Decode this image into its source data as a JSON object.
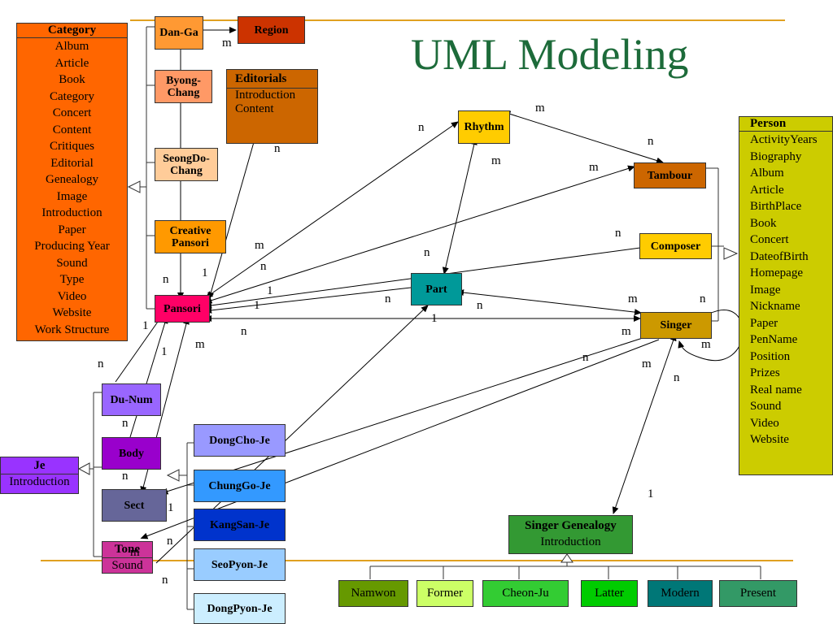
{
  "title": "UML Modeling",
  "category": {
    "header": "Category",
    "items": [
      "Album",
      "Article",
      "Book",
      "Category",
      "Concert",
      "Content",
      "Critiques",
      "Editorial",
      "Genealogy",
      "Image",
      "Introduction",
      "Paper",
      "Producing Year",
      "Sound",
      "Type",
      "Video",
      "Website",
      "Work Structure"
    ]
  },
  "person": {
    "header": "Person",
    "items": [
      "ActivityYears",
      "Biography",
      "Album",
      "Article",
      "BirthPlace",
      "Book",
      "Concert",
      "DateofBirth",
      "Homepage",
      "Image",
      "Nickname",
      "Paper",
      "PenName",
      "Position",
      "Prizes",
      "Real name",
      "Sound",
      "Video",
      "Website"
    ]
  },
  "editorials": {
    "header": "Editorials",
    "items": [
      "Introduction",
      "Content"
    ]
  },
  "je": {
    "header": "Je",
    "attr": "Introduction"
  },
  "singer_genealogy": {
    "header": "Singer Genealogy",
    "attr": "Introduction"
  },
  "tone": {
    "header": "Tone",
    "attr": "Sound"
  },
  "boxes": {
    "danga": "Dan-Ga",
    "region": "Region",
    "byongchang": "Byong-Chang",
    "seongdochang": "SeongDo-Chang",
    "creative": "Creative Pansori",
    "pansori": "Pansori",
    "rhythm": "Rhythm",
    "tambour": "Tambour",
    "composer": "Composer",
    "part": "Part",
    "singer": "Singer",
    "dunum": "Du-Num",
    "body": "Body",
    "sect": "Sect",
    "dongchoje": "DongCho-Je",
    "chunggoje": "ChungGo-Je",
    "kangsanje": "KangSan-Je",
    "seopyonje": "SeoPyon-Je",
    "dongpyonje": "DongPyon-Je",
    "namwon": "Namwon",
    "former": "Former",
    "cheonju": "Cheon-Ju",
    "latter": "Latter",
    "modern": "Modern",
    "present": "Present"
  },
  "labels": [
    "m",
    "n",
    "m",
    "n",
    "m",
    "n",
    "m",
    "n",
    "m",
    "n",
    "1",
    "1",
    "1",
    "n",
    "n",
    "n",
    "n",
    "m",
    "1",
    "n",
    "m",
    "1",
    "n",
    "1",
    "m",
    "n",
    "m",
    "m",
    "n",
    "n",
    "n",
    "n",
    "n",
    "1",
    "n",
    "m",
    "1"
  ],
  "colors": {
    "category": "#ff6600",
    "person": "#cccc00",
    "title": "#1d6b3a",
    "pansori": "#ff0066",
    "part": "#009999",
    "singer": "#cc9900",
    "rhythm": "#ffcc00",
    "tambour": "#cc6600"
  }
}
